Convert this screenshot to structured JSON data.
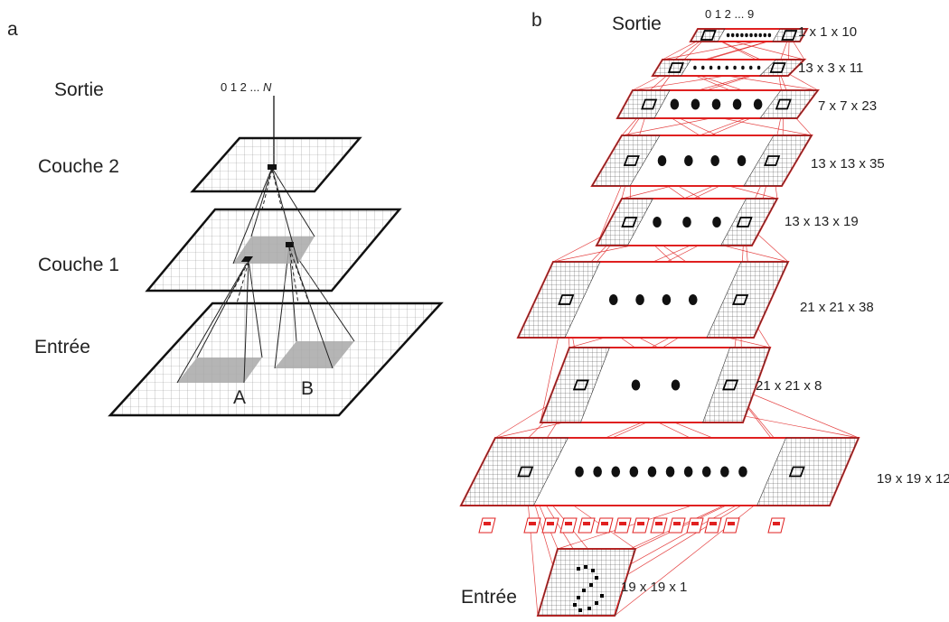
{
  "panel_a": {
    "letter": "a",
    "output_label": "Sortie",
    "output_digits": "0 1 2 ... ",
    "output_n": "N",
    "layer2_label": "Couche 2",
    "layer1_label": "Couche 1",
    "input_label": "Entrée",
    "region_a": "A",
    "region_b": "B"
  },
  "panel_b": {
    "letter": "b",
    "output_label": "Sortie",
    "output_digits": "0 1 2 ... 9",
    "input_label": "Entrée",
    "layers": [
      {
        "dims": "1 x 1 x 10",
        "dots": 10
      },
      {
        "dims": "13 x 3 x 11",
        "dots": 9
      },
      {
        "dims": "7 x 7 x 23",
        "dots": 5
      },
      {
        "dims": "13 x 13 x 35",
        "dots": 4
      },
      {
        "dims": "13 x 13 x 19",
        "dots": 3
      },
      {
        "dims": "21 x 21 x 38",
        "dots": 4
      },
      {
        "dims": "21 x 21 x 8",
        "dots": 2
      },
      {
        "dims": "19 x 19 x 12",
        "dots": 10
      },
      {
        "dims": "19 x 19 x 1",
        "dots": 0
      }
    ]
  },
  "colors": {
    "connection": "#e02020",
    "grid": "#555555",
    "text": "#222222",
    "receptive_field": "#b0b0b0"
  }
}
